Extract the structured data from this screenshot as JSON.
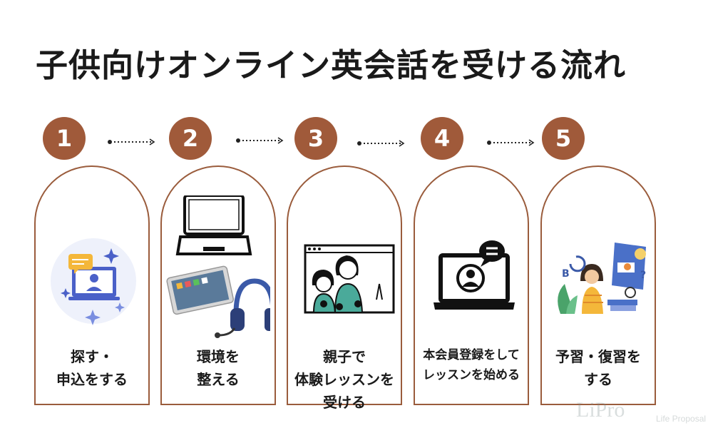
{
  "title": "子供向けオンライン英会話を受ける流れ",
  "steps": [
    {
      "number": "1",
      "label_lines": [
        "探す・",
        "申込をする"
      ],
      "icon": "search-apply-icon"
    },
    {
      "number": "2",
      "label_lines": [
        "環境を",
        "整える"
      ],
      "icon": "devices-icon"
    },
    {
      "number": "3",
      "label_lines": [
        "親子で",
        "体験レッスンを",
        "受ける"
      ],
      "icon": "video-call-icon"
    },
    {
      "number": "4",
      "label_lines": [
        "本会員登録をして",
        "レッスンを始める"
      ],
      "icon": "member-lesson-icon"
    },
    {
      "number": "5",
      "label_lines": [
        "予習・復習を",
        "する"
      ],
      "icon": "study-review-icon"
    }
  ],
  "logo": {
    "mark": "LiPro",
    "sub": "Life Proposal"
  },
  "colors": {
    "accent": "#a05a3a",
    "card_border": "#9a5c3c",
    "title": "#1a1a1a"
  }
}
